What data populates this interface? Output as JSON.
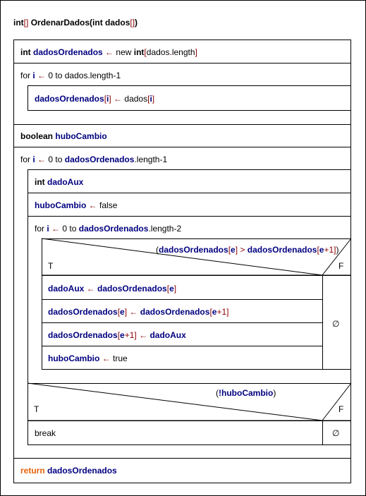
{
  "header": {
    "ret_type": "int",
    "brackets": "[]",
    "func_name": "OrdenarDados(int dados",
    "close": ")"
  },
  "tokens": {
    "int": "int",
    "boolean": "boolean",
    "new": "new",
    "for": "for",
    "return": "return",
    "arrow": "←",
    "lbr": "[",
    "rbr": "]",
    "dot": ".",
    "lparen": "(",
    "rparen": ")",
    "gt": ">",
    "plus1": "+1",
    "t_label": "T",
    "f_label": "F",
    "empty": "∅"
  },
  "vars": {
    "dadosOrdenados": "dadosOrdenados",
    "dados": "dados",
    "length": "length",
    "i": "i",
    "e": "e",
    "huboCambio": "huboCambio",
    "dadoAux": "dadoAux",
    "notHuboCambio": "!huboCambio"
  },
  "literals": {
    "zero_to": "0 to",
    "length_minus1": ".length-1",
    "length_minus2": ".length-2",
    "false": "false",
    "true": "true",
    "break": "break"
  }
}
